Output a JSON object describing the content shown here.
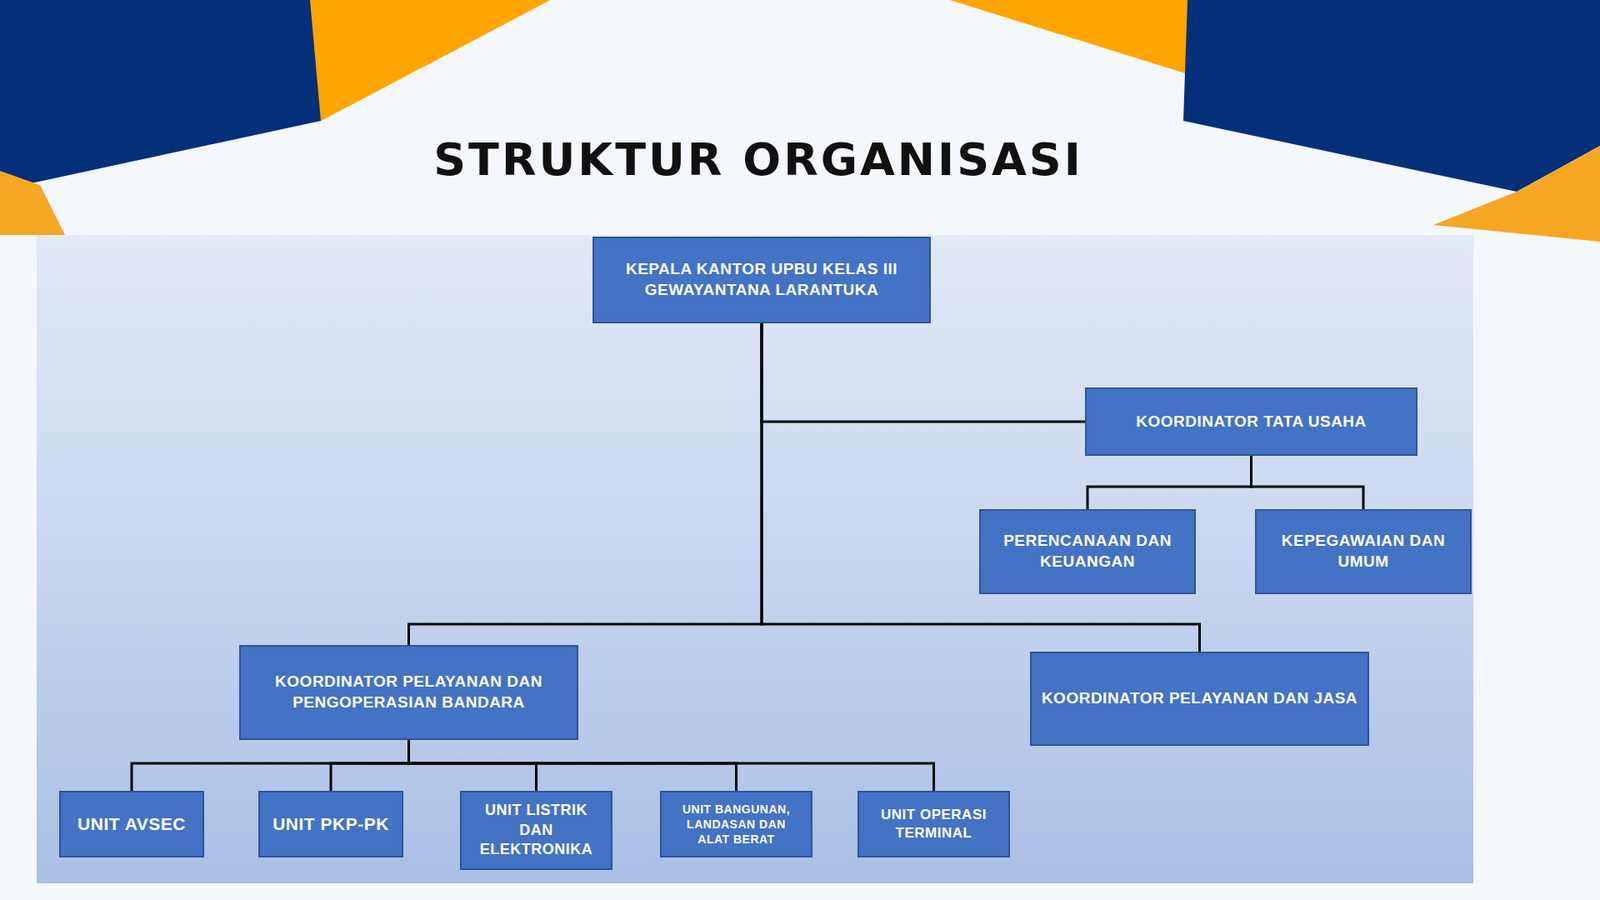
{
  "diagram": {
    "title": "STRUKTUR ORGANISASI",
    "nodes": [
      {
        "text": [
          "KEPALA KANTOR UPBU KELAS III GEWAYANTANA LARANTUKA"
        ]
      },
      {
        "text": [
          "KOORDINATOR TATA USAHA"
        ]
      },
      {
        "text": [
          "PERENCANAAN DAN KEUANGAN"
        ]
      },
      {
        "text": [
          "KEPEGAWAIAN DAN UMUM"
        ]
      },
      {
        "text": [
          "KOORDINATOR PELAYANAN DAN PENGOPERASIAN BANDARA"
        ]
      },
      {
        "text": [
          "KOORDINATOR PELAYANAN DAN JASA"
        ]
      },
      {
        "text": [
          "UNIT AVSEC"
        ]
      },
      {
        "text": [
          "UNIT PKP-PK"
        ]
      },
      {
        "text": [
          "UNIT LISTRIK DAN ELEKTRONIKA"
        ]
      },
      {
        "text": [
          "UNIT BANGUNAN, LANDASAN DAN ALAT BERAT"
        ]
      },
      {
        "text": [
          "UNIT OPERASI TERMINAL"
        ]
      }
    ],
    "edges": [
      {
        "from": 0,
        "to": 1,
        "arrow": "none"
      },
      {
        "from": 0,
        "to": 4,
        "arrow": "none"
      },
      {
        "from": 0,
        "to": 5,
        "arrow": "none"
      },
      {
        "from": 1,
        "to": 2,
        "arrow": "none"
      },
      {
        "from": 1,
        "to": 3,
        "arrow": "none"
      },
      {
        "from": 4,
        "to": 6,
        "arrow": "none"
      },
      {
        "from": 4,
        "to": 7,
        "arrow": "none"
      },
      {
        "from": 4,
        "to": 8,
        "arrow": "none"
      },
      {
        "from": 4,
        "to": 9,
        "arrow": "none"
      },
      {
        "from": 4,
        "to": 10,
        "arrow": "none"
      }
    ]
  }
}
